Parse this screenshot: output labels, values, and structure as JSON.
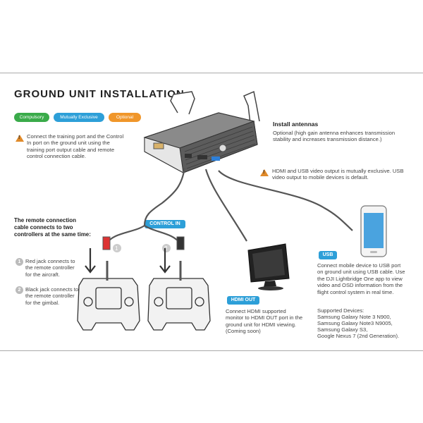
{
  "title": "GROUND UNIT INSTALLATION",
  "legend": [
    {
      "label": "Compulsory",
      "color": "#3aab4a"
    },
    {
      "label": "Mutually Exclusive",
      "color": "#2d9fd8"
    },
    {
      "label": "Optional",
      "color": "#f0962a"
    }
  ],
  "training_note": "Connect the training port and the Control In port on the ground unit using the training port output cable and remote control connection cable.",
  "antennas": {
    "title": "Install antennas",
    "text": "Optional (high gain antenna enhances transmission stability and increases transmission distance.)"
  },
  "video_note": "HDMI and USB video output is mutually exclusive. USB video output to mobile devices is default.",
  "control_in_label": "CONTROL IN",
  "remote": {
    "heading": "The remote connection cable connects to two controllers at the same time:",
    "items": [
      {
        "num": "1",
        "text": "Red jack connects to the remote controller for the aircraft."
      },
      {
        "num": "2",
        "text": "Black jack connects to the remote controller for the gimbal."
      }
    ]
  },
  "hdmi": {
    "label": "HDMI OUT",
    "text": "Connect HDMI supported monitor to HDMI OUT port in the ground unit for HDMI viewing. (Coming soon)"
  },
  "usb": {
    "label": "USB",
    "text": "Connect mobile device to USB port on ground unit using USB cable. Use the DJI Lightbridge One app to view video and OSD information from the flight control system in real time.",
    "devices_heading": "Supported Devices:",
    "devices": [
      "Samsung Galaxy Note 3 N900,",
      "Samsung Galaxy Note3 N9005,",
      "Samsung Galaxy S3,",
      "Google Nexus 7 (2nd Generation)."
    ]
  }
}
